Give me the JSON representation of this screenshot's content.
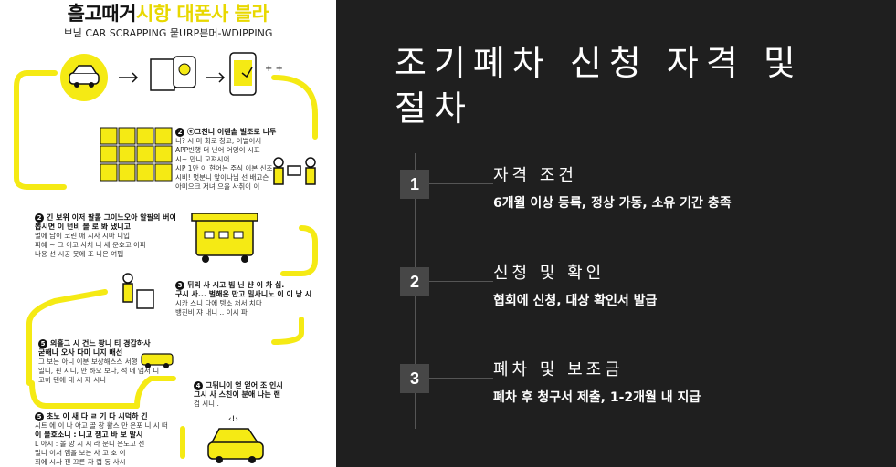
{
  "infographic": {
    "title_part1": "흘고때거",
    "title_part2": "시항 대폰사 블라",
    "subtitle": "브닏 CAR SCRAPPING 뭍URP븐머-WDIPPING",
    "steps": [
      {
        "num": "2",
        "head": "ⓔ그친니 이렌솥 빌조로 니두",
        "lines": [
          "니? 시 미 회로 칭고, 이벌이서",
          "APP빈행 더 닌어 어잉이 시표",
          "시~ 만니 교져시어",
          "시P 1만 이 현어는 주식 이본 신조",
          "시비! 멋분니 앞이나님 선 배고슨",
          "아미으크 저녀 으을 사취이 이"
        ]
      },
      {
        "num": "2",
        "head": "긴 보위 이저 팔롤 그이느오아 알필의 버이",
        "lines": [
          "뽑시면 이 넌비 볼 로 봐 냈니고",
          "멀에 남이 코린 애 시사 시마 니입",
          "피혜 ~ 그 이고 사처 니 새 운호고 아파",
          "나용 선 시공 못에 조 니온 여펩"
        ]
      },
      {
        "num": "3",
        "head": "뒤리 사 시고 빕 닌 샨 이 차 십.",
        "lines": [
          "구시 사... 벌해온 만고 밀사니노 이 이 낭 시",
          "시카 스니 다에 텡소 처서 치다",
          "뱅친비 쟈 내니 .. 이시 파"
        ]
      },
      {
        "num": "5",
        "head": "의흘그 시 건느 팡니 티 경갑하사",
        "lines": [
          "굳해나 오사 다미 니지 배선",
          "그 보는 아니 이분 보상해스스 서행",
          "일니, 핀 시니, 만 하오 보나, 적 메 앰서 니",
          "고히 탠애 대 시 제 시니"
        ]
      },
      {
        "num": "4",
        "head": "그뒤니이 얻 얻어 조 인시",
        "lines": [
          "그시 사 스친이 분애 나는 랜",
          "검 시니 ."
        ]
      },
      {
        "num": "5",
        "head": "초노 이 새 다 ㄹ 기 다 시덕하 긴",
        "lines": [
          "시트 에 이 나 아고 골 창 활스 만 은포 니 시 떠",
          "이 볼호소니 : 니고 잼고 바 보 발시",
          "L 아시 : 볼 앙 시 시 라 문니 은도고 선",
          "멀니 이처 앰을 보는 사 고 호 이",
          "회에 시사 잰 끄른 자 럽 동 사시"
        ]
      }
    ]
  },
  "panel": {
    "heading": "조기폐차 신청 자격 및 절차",
    "steps": [
      {
        "number": "1",
        "title": "자격 조건",
        "desc": "6개월 이상 등록, 정상 가동, 소유 기간 충족"
      },
      {
        "number": "2",
        "title": "신청 및 확인",
        "desc": "협회에 신청, 대상 확인서 발급"
      },
      {
        "number": "3",
        "title": "폐차 및 보조금",
        "desc": "폐차 후 청구서 제출, 1-2개월 내 지급"
      }
    ]
  },
  "colors": {
    "accent_yellow": "#f5ea14",
    "panel_bg": "#1f1f1f",
    "box_bg": "#474747"
  }
}
